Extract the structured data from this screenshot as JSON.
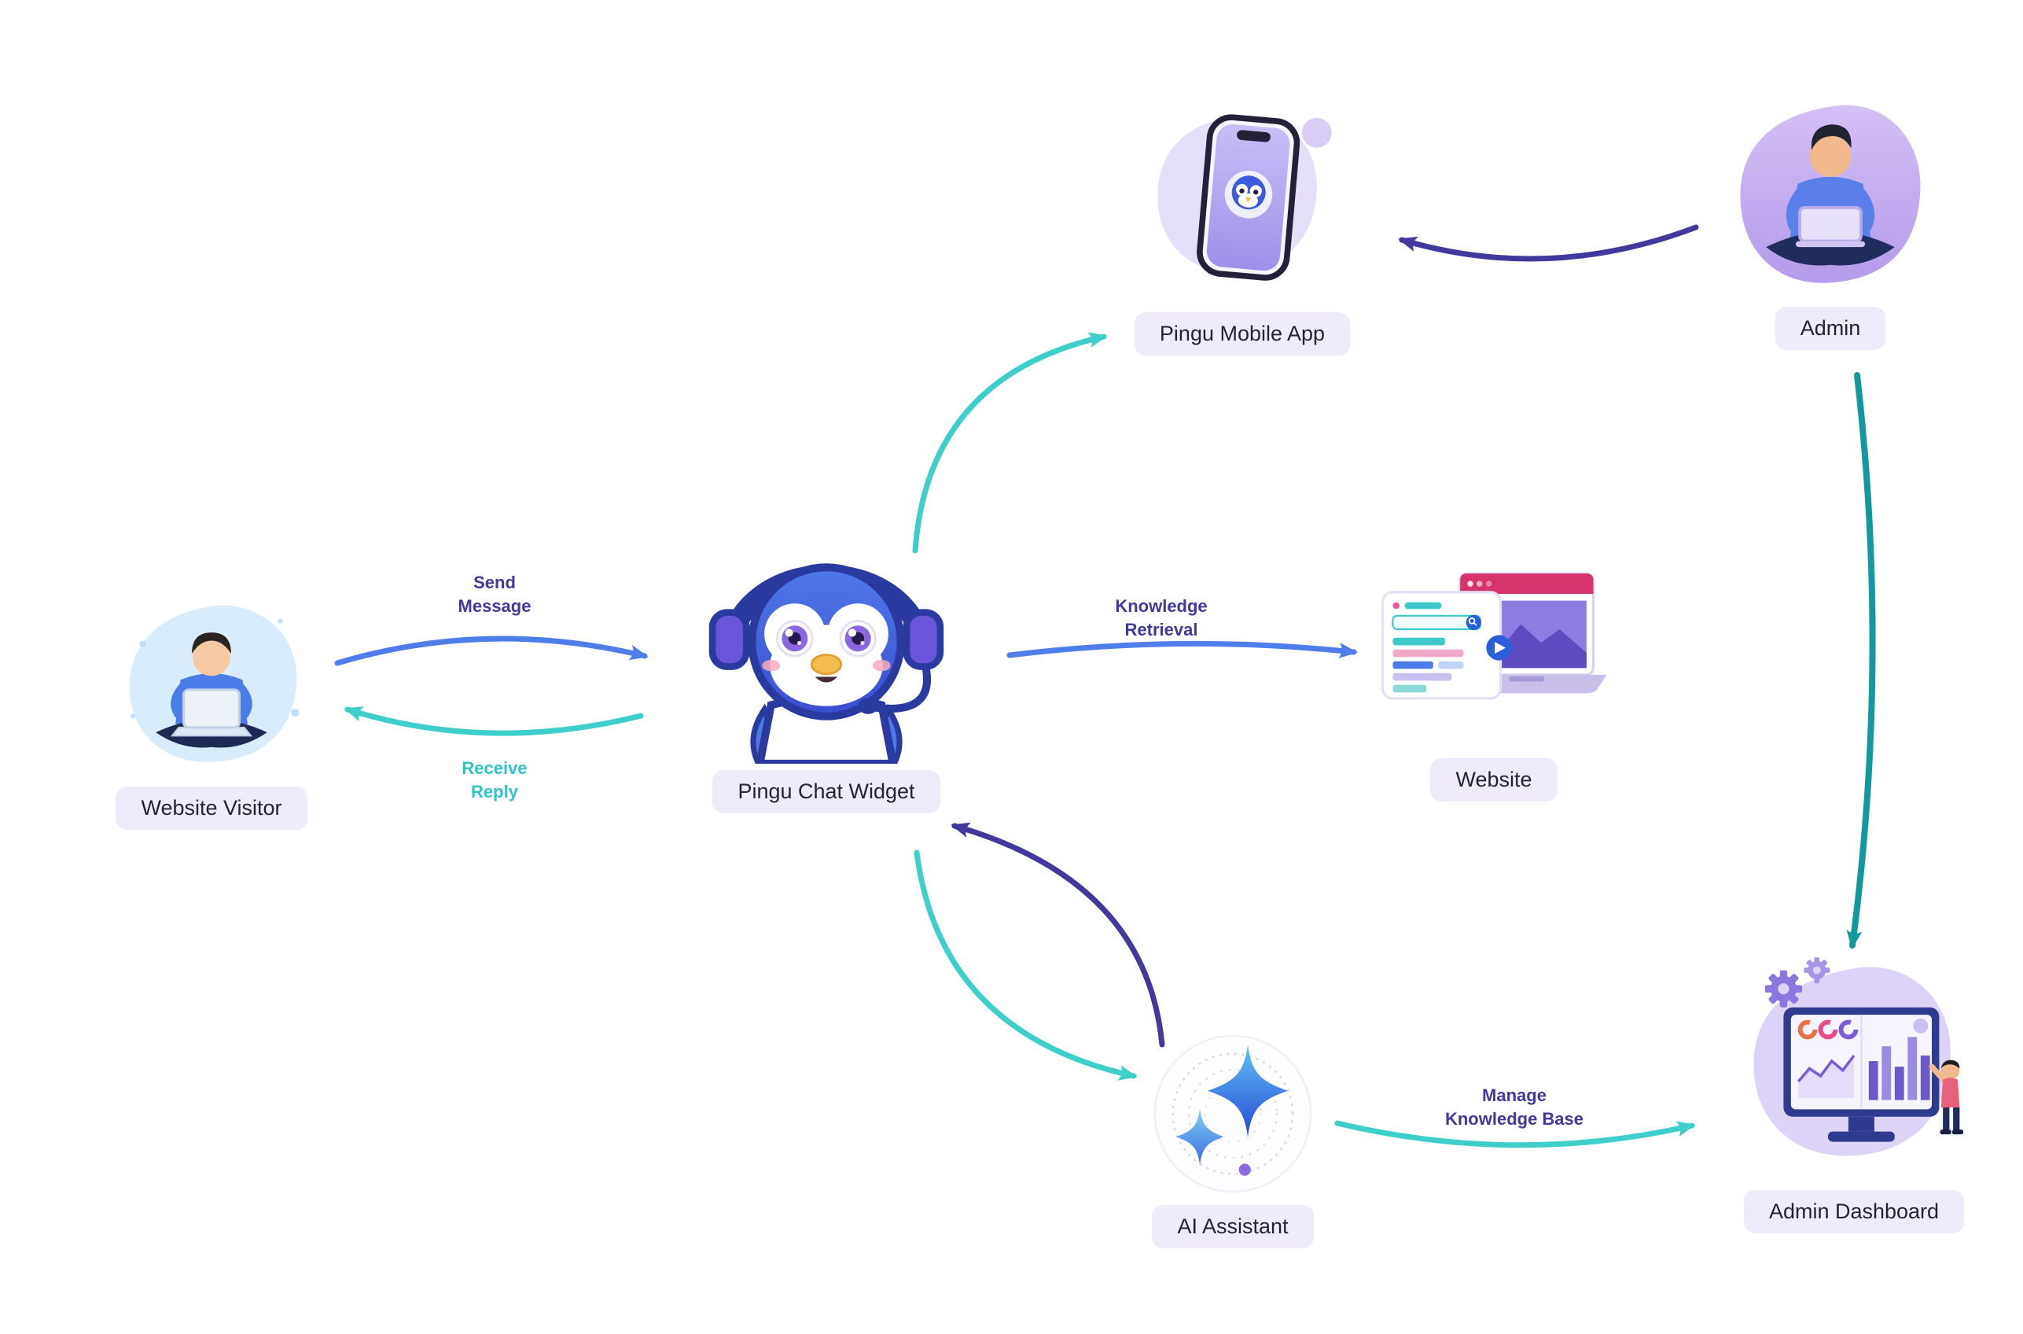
{
  "colors": {
    "background": "#FFFFFF",
    "blue": "#4F7DE9",
    "teal": "#3ECFCB",
    "indigo": "#41399B",
    "dark_teal": "#12999E",
    "label_pill_bg": "#EFEBFA",
    "label_text": "#1F2430",
    "edge_label_indigo": "#41399B",
    "edge_label_teal": "#2EC4C6"
  },
  "nodes": [
    {
      "id": "website-visitor",
      "label": "Website Visitor",
      "illustration": "person-sitting-with-laptop"
    },
    {
      "id": "pingu-chat-widget",
      "label": "Pingu Chat Widget",
      "illustration": "penguin-mascot-with-headset"
    },
    {
      "id": "pingu-mobile-app",
      "label": "Pingu Mobile App",
      "illustration": "smartphone-with-penguin-avatar"
    },
    {
      "id": "admin",
      "label": "Admin",
      "illustration": "person-sitting-with-laptop"
    },
    {
      "id": "website",
      "label": "Website",
      "illustration": "browser-window-and-laptop"
    },
    {
      "id": "ai-assistant",
      "label": "AI Assistant",
      "illustration": "sparkle-stars-in-circle"
    },
    {
      "id": "admin-dashboard",
      "label": "Admin Dashboard",
      "illustration": "analytics-monitor-with-person"
    }
  ],
  "edges": [
    {
      "from": "website-visitor",
      "to": "pingu-chat-widget",
      "label": "Send Message",
      "color": "blue"
    },
    {
      "from": "pingu-chat-widget",
      "to": "website-visitor",
      "label": "Receive Reply",
      "color": "teal"
    },
    {
      "from": "pingu-chat-widget",
      "to": "pingu-mobile-app",
      "label": "",
      "color": "teal"
    },
    {
      "from": "pingu-chat-widget",
      "to": "website",
      "label": "Knowledge Retrieval",
      "color": "blue"
    },
    {
      "from": "admin",
      "to": "pingu-mobile-app",
      "label": "",
      "color": "indigo"
    },
    {
      "from": "admin",
      "to": "admin-dashboard",
      "label": "",
      "color": "dark_teal"
    },
    {
      "from": "pingu-chat-widget",
      "to": "ai-assistant",
      "label": "",
      "color": "teal"
    },
    {
      "from": "ai-assistant",
      "to": "pingu-chat-widget",
      "label": "",
      "color": "indigo"
    },
    {
      "from": "ai-assistant",
      "to": "admin-dashboard",
      "label": "Manage Knowledge Base",
      "color": "teal"
    }
  ]
}
